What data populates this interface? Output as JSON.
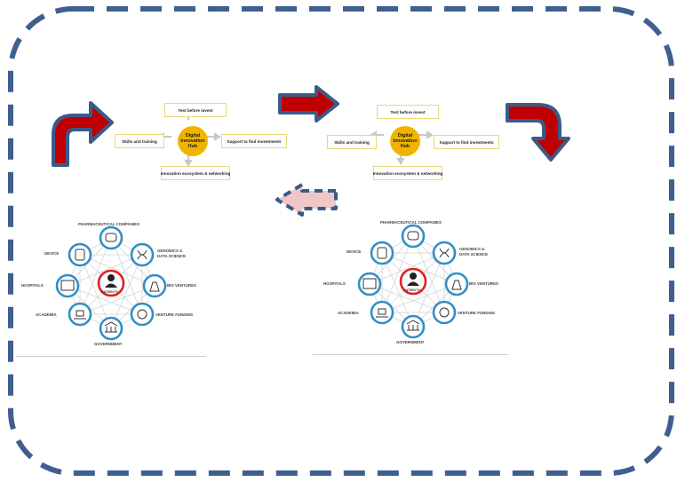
{
  "hub_diagrams": [
    {
      "center_lines": [
        "Digital",
        "Innovation",
        "Hub"
      ],
      "top": "Test before invest",
      "left": "Skills and training",
      "right": "Support to find investments",
      "bottom": "Innovation ecosystem & networking"
    },
    {
      "center_lines": [
        "Digital",
        "Innovation",
        "Hub"
      ],
      "top": "Test before invest",
      "left": "Skills and training",
      "right": "Support to find investments",
      "bottom": "Innovation ecosystem & networking"
    }
  ],
  "ecosystems": [
    {
      "center": "PATIENTS",
      "nodes": [
        "PHARMACEUTICAL COMPANIES",
        "GENOMICS &",
        "DATA SCIENCE",
        "BIO VENTURES",
        "VENTURE FUNDING",
        "GOVERNMENT",
        "ACADEMIA",
        "HOSPITALS",
        "DEVICE"
      ]
    },
    {
      "center": "PATIENTS",
      "nodes": [
        "PHARMACEUTICAL COMPANIES",
        "GENOMICS &",
        "DATA SCIENCE",
        "BIO VENTURES",
        "VENTURE FUNDING",
        "GOVERNMENT",
        "ACADEMIA",
        "HOSPITALS",
        "DEVICE"
      ]
    }
  ],
  "colors": {
    "frame": "#3f5f8f",
    "arrow_fill": "#c00000",
    "arrow_outline": "#3b5a8a",
    "hub_circle": "#f0b400",
    "node_ring": "#2f8fc8",
    "patients_ring": "#e02020"
  }
}
